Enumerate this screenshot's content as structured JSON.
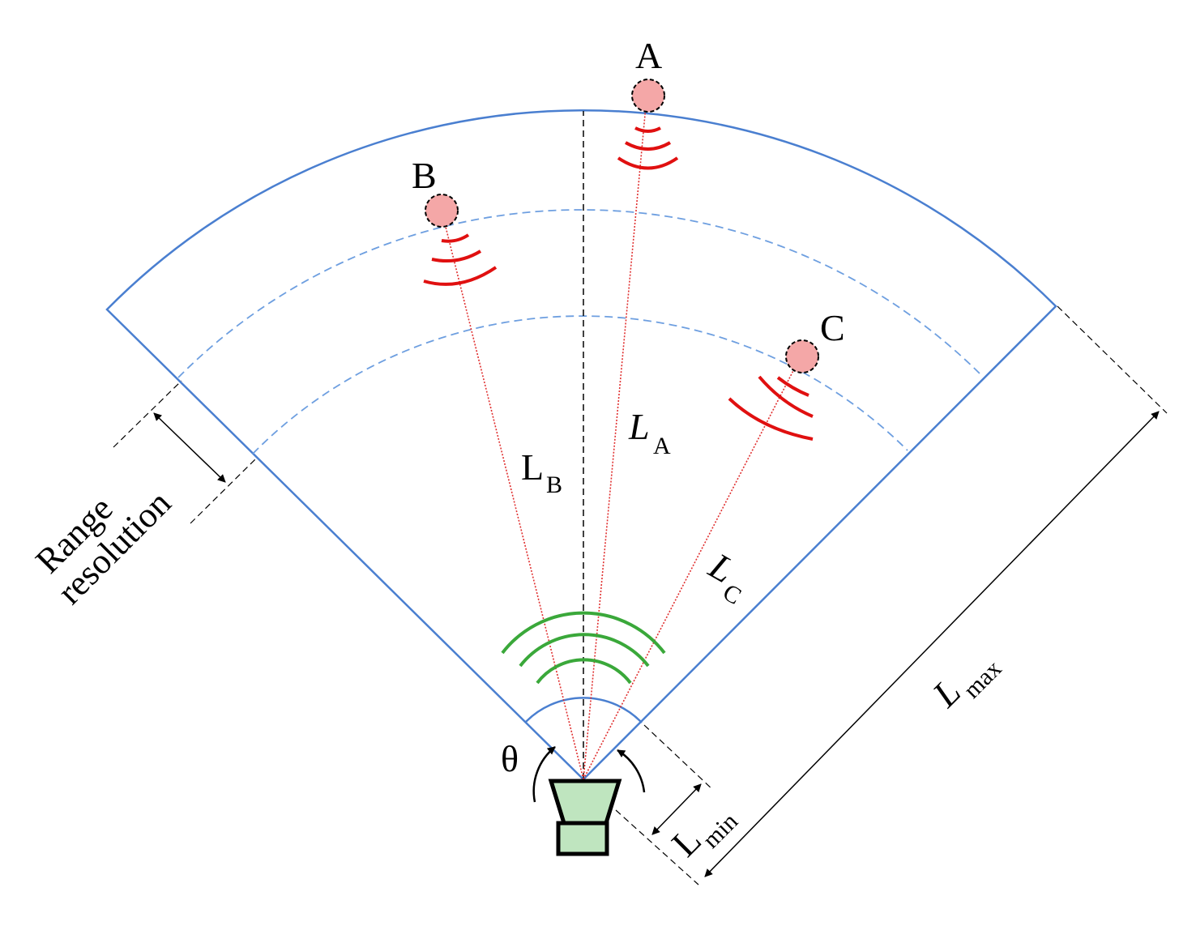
{
  "targets": [
    {
      "label": "A",
      "distance_label": "L",
      "distance_subscript": "A"
    },
    {
      "label": "B",
      "distance_label": "L",
      "distance_subscript": "B"
    },
    {
      "label": "C",
      "distance_label": "L",
      "distance_subscript": "C"
    }
  ],
  "angle_label": "θ",
  "range_resolution": [
    "Range",
    "resolution"
  ],
  "l_max": {
    "main": "L",
    "sub": "max"
  },
  "l_min": {
    "main": "L",
    "sub": "min"
  },
  "colors": {
    "sector": "#4a7fd0",
    "range_ring": "#6e9fe0",
    "target_fill": "#f4a7a7",
    "echo": "#e01010",
    "transmit_wave": "#3aa83a",
    "sensor_fill": "#bfe5bf",
    "ray": "#e03030"
  }
}
